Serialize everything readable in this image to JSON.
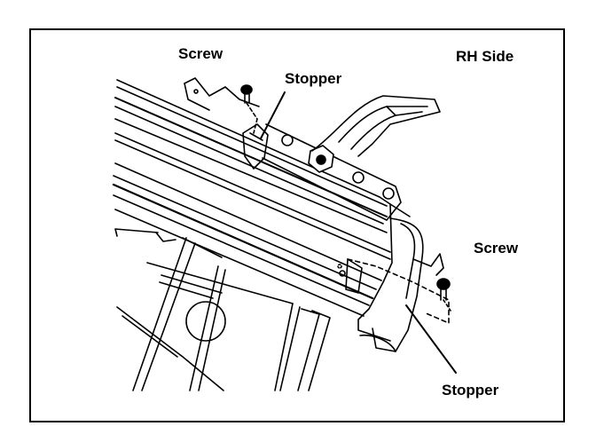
{
  "labels": {
    "screw_top": "Screw",
    "stopper_top": "Stopper",
    "side": "RH Side",
    "screw_right": "Screw",
    "stopper_bottom": "Stopper"
  },
  "colors": {
    "line": "#000000",
    "background": "#ffffff"
  }
}
